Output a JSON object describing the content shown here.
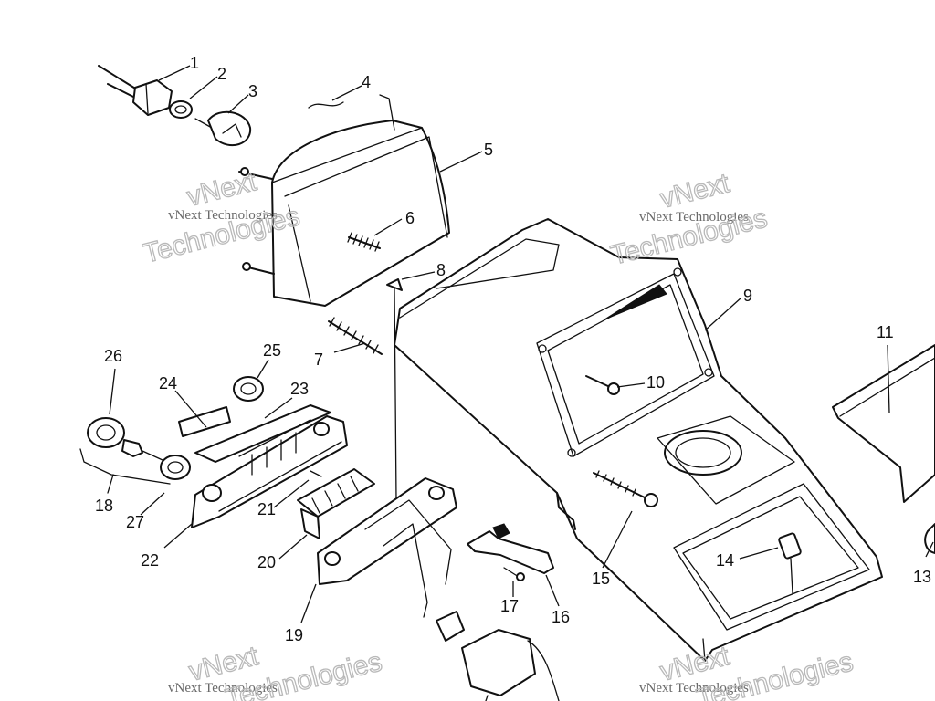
{
  "part_labels": [
    "1",
    "2",
    "3",
    "4",
    "5",
    "6",
    "7",
    "8",
    "9",
    "10",
    "11",
    "13",
    "14",
    "15",
    "16",
    "17",
    "18",
    "19",
    "20",
    "21",
    "22",
    "23",
    "24",
    "25",
    "26",
    "27"
  ],
  "watermark": {
    "small": "vNext Technologies",
    "line1": "vNext",
    "line2": "Technologies"
  }
}
